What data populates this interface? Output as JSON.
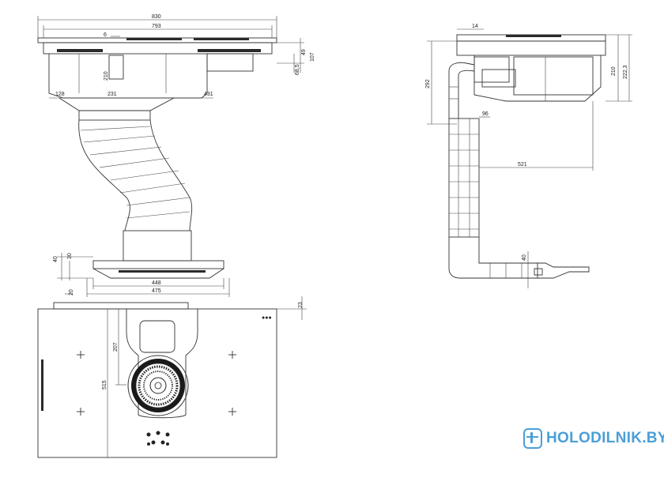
{
  "drawing": {
    "front_view": {
      "dims": {
        "total_width": "830",
        "hob_width": "793",
        "small_gap": "6",
        "top_h1": "49",
        "top_h2": "107",
        "offset": "68,5",
        "inner_h": "210",
        "left_offset": "128",
        "mid_offset": "231",
        "right_offset": "431",
        "plinth_h1": "40",
        "plinth_h2": "30",
        "plinth_w1": "448",
        "plinth_w2": "475"
      }
    },
    "side_view": {
      "dims": {
        "top_small": "14",
        "height_292": "292",
        "height_210": "210",
        "height_222": "222,3",
        "duct_offset": "96",
        "depth_521": "521",
        "base_h": "40"
      }
    },
    "top_view": {
      "dims": {
        "top_20": "20",
        "right_23": "23",
        "depth_207": "207",
        "depth_515": "515"
      }
    }
  },
  "brand": {
    "text": "HOLODILNIK.BY",
    "color": "#4a9fd8"
  }
}
